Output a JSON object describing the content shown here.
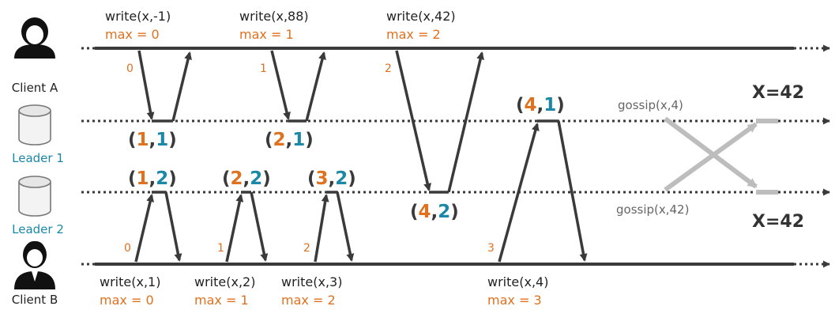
{
  "actors": {
    "client_a": "Client A",
    "leader_1": "Leader 1",
    "leader_2": "Leader 2",
    "client_b": "Client B"
  },
  "client_a_ops": [
    {
      "op": "write(x,-1)",
      "max": "max = 0",
      "seq": "0"
    },
    {
      "op": "write(x,88)",
      "max": "max = 1",
      "seq": "1"
    },
    {
      "op": "write(x,42)",
      "max": "max = 2",
      "seq": "2"
    }
  ],
  "client_b_ops": [
    {
      "op": "write(x,1)",
      "max": "max = 0",
      "seq": "0"
    },
    {
      "op": "write(x,2)",
      "max": "max = 1",
      "seq": "1"
    },
    {
      "op": "write(x,3)",
      "max": "max = 2",
      "seq": "2"
    },
    {
      "op": "write(x,4)",
      "max": "max = 3",
      "seq": "3"
    }
  ],
  "timestamps": [
    {
      "a": "1",
      "b": "1"
    },
    {
      "a": "2",
      "b": "1"
    },
    {
      "a": "1",
      "b": "2"
    },
    {
      "a": "2",
      "b": "2"
    },
    {
      "a": "3",
      "b": "2"
    },
    {
      "a": "4",
      "b": "2"
    },
    {
      "a": "4",
      "b": "1"
    }
  ],
  "gossip": {
    "to_leader_2": "gossip(x,4)",
    "to_leader_1": "gossip(x,42)"
  },
  "final_values": {
    "leader_1": "X=42",
    "leader_2": "X=42"
  },
  "colors": {
    "orange": "#e0711f",
    "blue": "#1a88a6",
    "dark": "#3a3a3a",
    "gray": "#bdbdbd"
  }
}
